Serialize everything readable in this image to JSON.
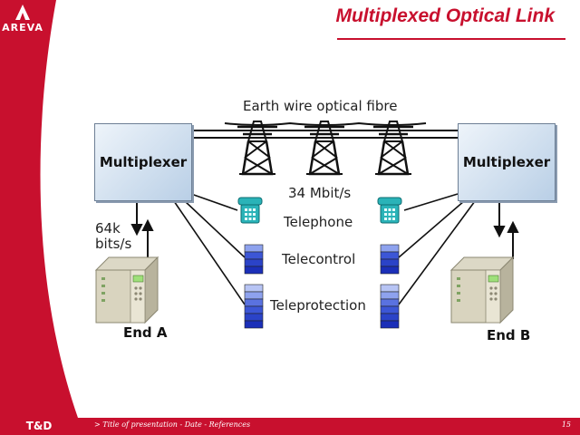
{
  "brand": {
    "logo_text": "AREVA",
    "color": "#c8102e"
  },
  "slide": {
    "title": "Multiplexed Optical Link"
  },
  "diagram": {
    "fibre_label": "Earth wire optical fibre",
    "rate_label": "34 Mbit/s",
    "left_mux_label": "Multiplexer",
    "right_mux_label": "Multiplexer",
    "channel_rate_label": "64k\nbits/s",
    "channels": [
      {
        "label": "Telephone",
        "icon": "telephone-icon"
      },
      {
        "label": "Telecontrol",
        "icon": "telecontrol-stack-icon"
      },
      {
        "label": "Teleprotection",
        "icon": "teleprotection-stack-icon"
      }
    ],
    "end_a_label": "End A",
    "end_b_label": "End B",
    "colors": {
      "line": "#1a1a1a",
      "mux_fill": "#cfe0f1",
      "phone": "#2ab3b8",
      "stack_dark": "#1b2fb8",
      "stack_light": "#8ea2ee"
    }
  },
  "footer": {
    "left_label": "T&D",
    "reference": "> Title of presentation - Date - References",
    "page": "15"
  }
}
